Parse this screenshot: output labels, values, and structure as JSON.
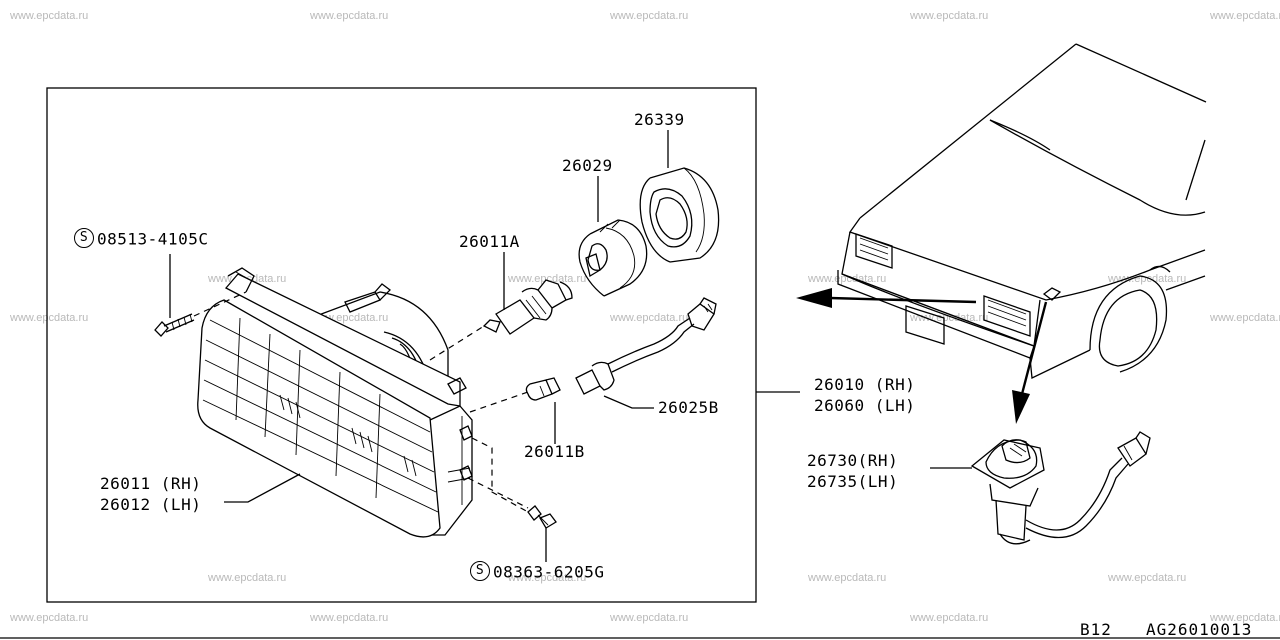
{
  "watermark": "www.epcdata.ru",
  "labels": {
    "p26339": "26339",
    "p26029": "26029",
    "p26011A": "26011A",
    "p26025B": "26025B",
    "p26011B": "26011B",
    "p26010": "26010 (RH)\n26060 (LH)",
    "p26011": "26011 (RH)\n26012 (LH)",
    "p26730": "26730(RH)\n26735(LH)",
    "bolt1_sym": "S",
    "bolt1_num": "08513-4105C",
    "bolt2_sym": "S",
    "bolt2_num": "08363-6205G"
  },
  "footer": {
    "model": "B12",
    "code": "AG26010013"
  }
}
